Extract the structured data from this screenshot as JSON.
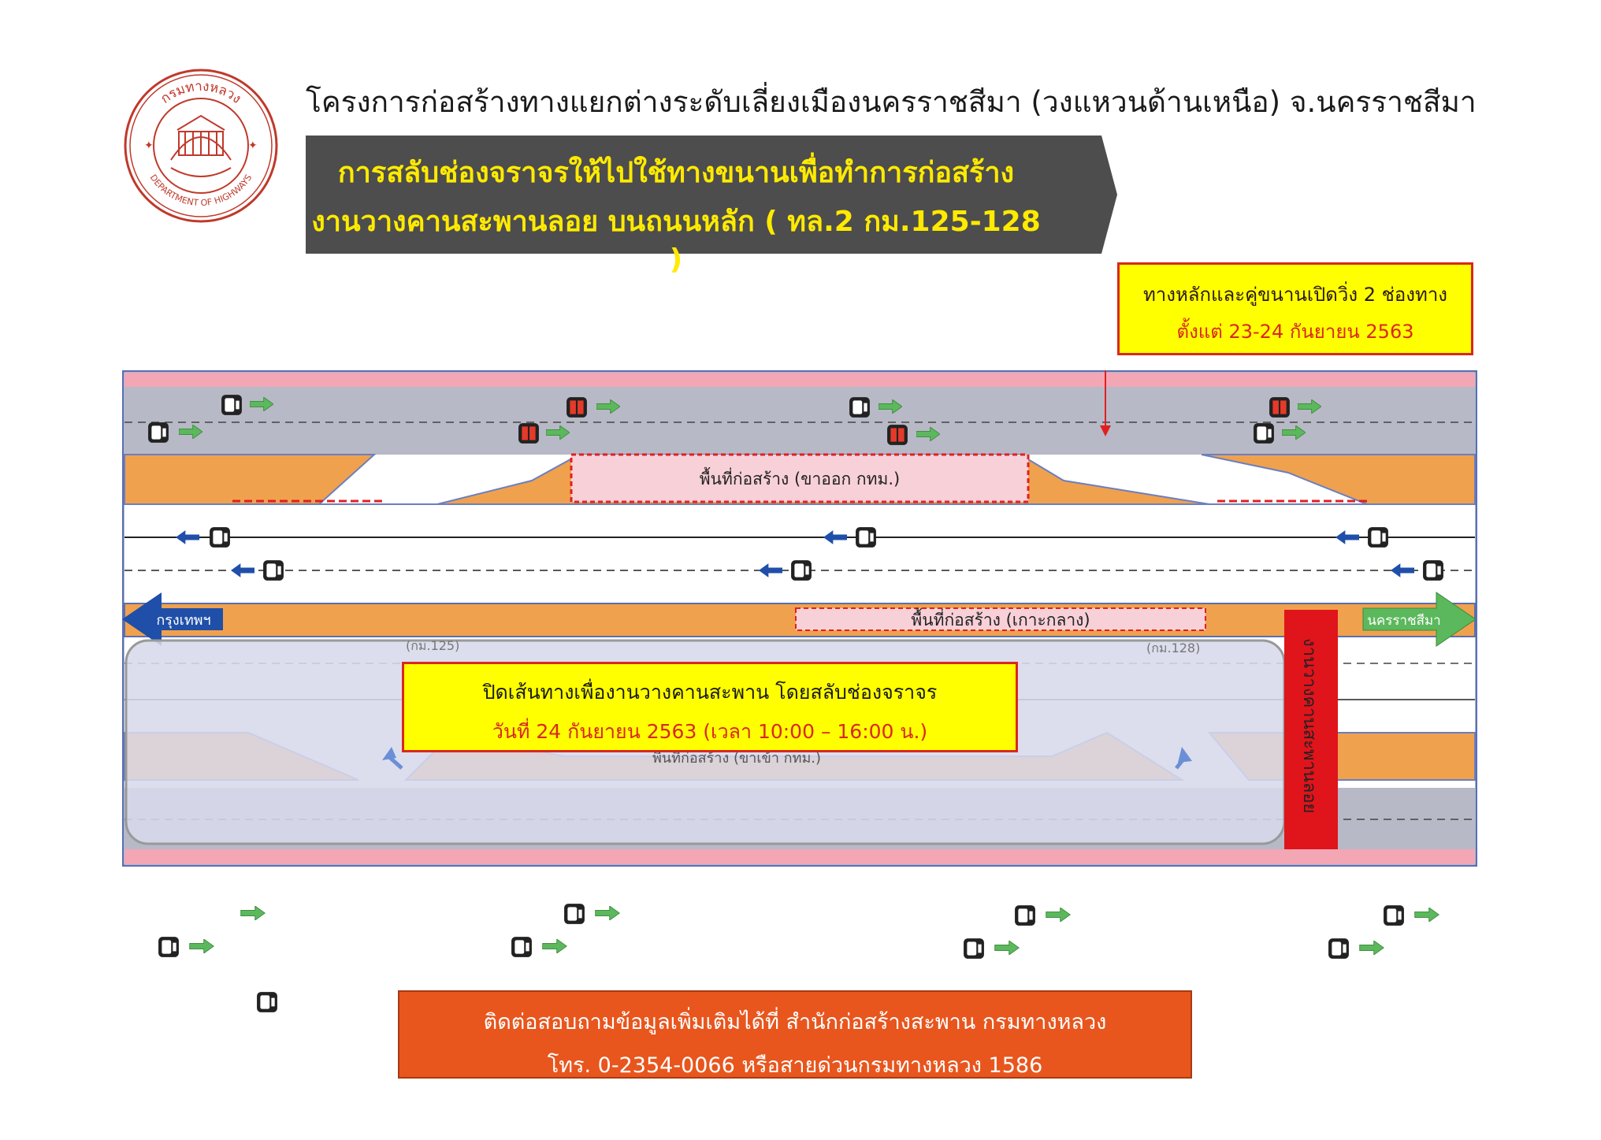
{
  "header": {
    "agency_logo": {
      "top_text": "กรมทางหลวง",
      "bottom_text": "DEPARTMENT OF HIGHWAYS"
    },
    "project_title": "โครงการก่อสร้างทางแยกต่างระดับเลี่ยงเมืองนครราชสีมา (วงแหวนด้านเหนือ) จ.นครราชสีมา",
    "banner": {
      "line1": "การสลับช่องจราจรให้ไปใช้ทางขนานเพื่อทำการก่อสร้าง",
      "line2": "งานวางคานสะพานลอย  บนถนนหลัก ( ทล.2 กม.125-128 )"
    }
  },
  "callout_top": {
    "line1": "ทางหลักและคู่ขนานเปิดวิ่ง 2 ช่องทาง",
    "line2": "ตั้งแต่ 23-24 กันยายน 2563"
  },
  "diagram": {
    "construction_zone_outbound": "พื้นที่ก่อสร้าง (ขาออก กทม.)",
    "construction_zone_median": "พื้นที่ก่อสร้าง (เกาะกลาง)",
    "construction_zone_inbound": "พื้นที่ก่อสร้าง (ขาเข้า กทม.)",
    "direction_left": "กรุงเทพฯ",
    "direction_right": "นครราชสีมา",
    "km_start": "(กม.125)",
    "km_end": "(กม.128)",
    "bridge_beam_label": "งานวางคานสะพานลอย"
  },
  "colors": {
    "banner_bg": "#4d4d4d",
    "banner_text": "#ffea00",
    "callout_bg": "#ffff00",
    "callout_border": "#d9281c",
    "shoulder_pink": "#f3a6b4",
    "road_gray": "#b8b9c6",
    "median_orange": "#f0a14e",
    "closed_road": "#d7d9ec",
    "bridge_red": "#e0141b",
    "contact_bg": "#e8561e",
    "arrow_green": "#5cb85c",
    "arrow_blue": "#1f4fa8"
  },
  "callout_mid": {
    "line1": "ปิดเส้นทางเพื่องานวางคานสะพาน  โดยสลับช่องจราจร",
    "line2": "วันที่ 24 กันยายน 2563 (เวลา 10:00 – 16:00 น.)"
  },
  "contact": {
    "line1": "ติดต่อสอบถามข้อมูลเพิ่มเติมได้ที่ สำนักก่อสร้างสะพาน กรมทางหลวง",
    "line2": "โทร. 0-2354-0066 หรือสายด่วนกรมทางหลวง 1586"
  }
}
